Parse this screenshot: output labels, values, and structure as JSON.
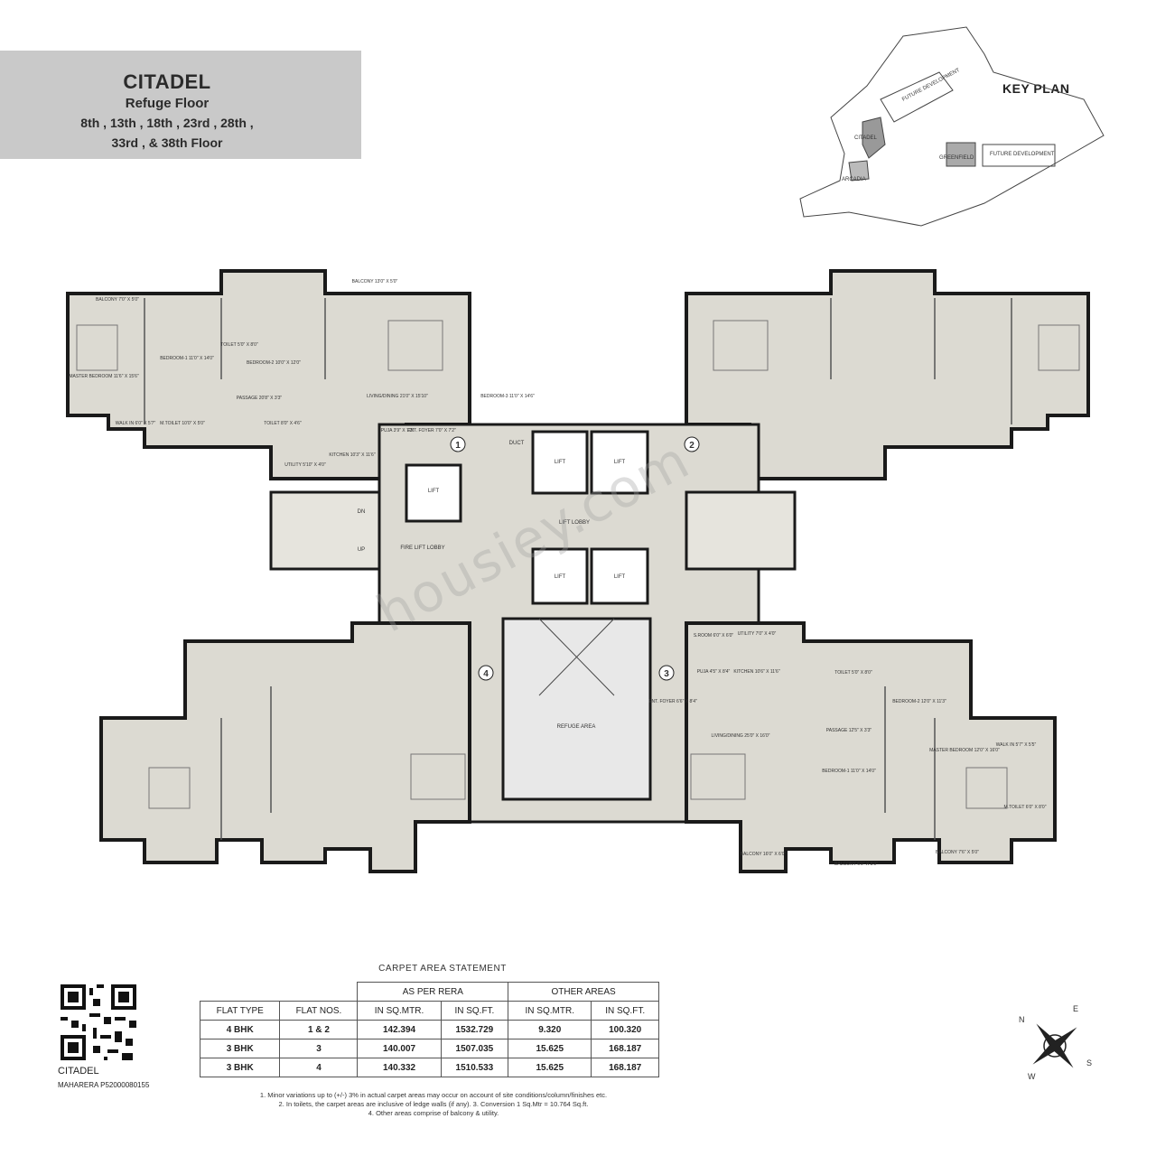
{
  "header": {
    "project": "CITADEL",
    "floor_type": "Refuge Floor",
    "floors_line1": "8th , 13th , 18th , 23rd , 28th ,",
    "floors_line2": "33rd , & 38th Floor"
  },
  "key_plan": {
    "label": "KEY PLAN",
    "labels": [
      "FUTURE DEVELOPMENT",
      "CITADEL",
      "GREENFIELD",
      "FUTURE DEVELOPMENT",
      "ARCADIA"
    ]
  },
  "plan": {
    "flat_markers": [
      "1",
      "2",
      "3",
      "4"
    ],
    "core": [
      "LIFT",
      "LIFT",
      "LIFT",
      "LIFT",
      "LIFT",
      "LIFT LOBBY",
      "FIRE LIFT LOBBY",
      "REFUGE AREA",
      "DUCT",
      "DN",
      "UP"
    ],
    "rooms_flat1": [
      "BALCONY 7'0\" X 5'0\"",
      "MASTER BEDROOM 11'6\" X 15'6\"",
      "BEDROOM-1 11'0\" X 14'0\"",
      "BEDROOM-2 10'0\" X 12'0\"",
      "TOILET 5'0\" X 8'0\"",
      "BALCONY 13'0\" X 5'0\"",
      "LIVING/DINING 21'0\" X 15'10\"",
      "BEDROOM-3 11'0\" X 14'6\"",
      "PASSAGE 20'8\" X 3'3\"",
      "WALK IN 6'0\" X 5'7\"",
      "M.TOILET 10'0\" X 5'0\"",
      "TOILET 8'0\" X 4'6\"",
      "KITCHEN 10'3\" X 11'6\"",
      "UTILITY 5'10\" X 4'0\"",
      "PUJA 3'9\" X 7'2\"",
      "ENT. FOYER 7'0\" X 7'2\""
    ],
    "rooms_flat3": [
      "UTILITY 7'0\" X 4'0\"",
      "S.ROOM 6'0\" X 6'0\"",
      "KITCHEN 10'6\" X 11'6\"",
      "PUJA 4'5\" X 8'4\"",
      "ENT. FOYER 6'6\" X 8'4\"",
      "TOILET 5'0\" X 8'0\"",
      "BEDROOM-2 12'0\" X 11'3\"",
      "PASSAGE 12'5\" X 3'3\"",
      "LIVING/DINING 25'0\" X 16'0\"",
      "BEDROOM-1 11'0\" X 14'0\"",
      "MASTER BEDROOM 12'0\" X 16'0\"",
      "WALK IN 5'7\" X 5'5\"",
      "M.TOILET 6'0\" X 8'0\"",
      "BALCONY 16'0\" X 6'0\"",
      "BALCONY 6'9\" X 5'0\"",
      "BALCONY 7'6\" X 5'0\""
    ]
  },
  "carpet_area": {
    "title": "CARPET AREA STATEMENT",
    "group_headers": [
      "AS PER RERA",
      "OTHER AREAS"
    ],
    "columns": [
      "FLAT TYPE",
      "FLAT NOS.",
      "IN SQ.MTR.",
      "IN SQ.FT.",
      "IN SQ.MTR.",
      "IN SQ.FT."
    ],
    "rows": [
      [
        "4 BHK",
        "1 & 2",
        "142.394",
        "1532.729",
        "9.320",
        "100.320"
      ],
      [
        "3 BHK",
        "3",
        "140.007",
        "1507.035",
        "15.625",
        "168.187"
      ],
      [
        "3 BHK",
        "4",
        "140.332",
        "1510.533",
        "15.625",
        "168.187"
      ]
    ]
  },
  "notes": [
    "1. Minor variations up to (+/-) 3% in actual carpet areas may occur on account of site conditions/column/finishes etc.",
    "2. In toilets, the carpet areas are inclusive of ledge walls (if any). 3. Conversion 1 Sq.Mtr = 10.764 Sq.ft.",
    "4. Other areas comprise of balcony & utility."
  ],
  "qr": {
    "name": "CITADEL",
    "rera": "MAHARERA P52000080155"
  },
  "compass": [
    "N",
    "E",
    "S",
    "W"
  ],
  "watermark": "housiey.com"
}
